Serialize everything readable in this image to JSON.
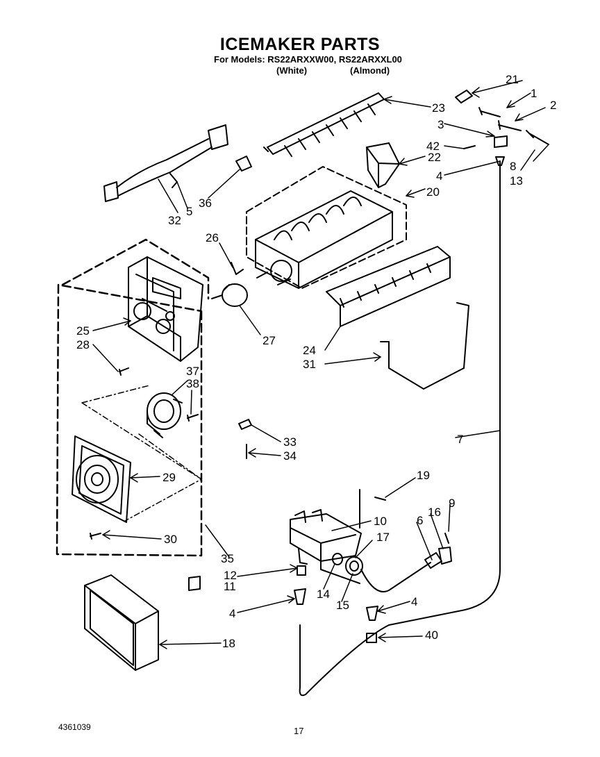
{
  "title": "ICEMAKER PARTS",
  "models_line": "For Models: RS22ARXXW00, RS22ARXXL00",
  "variants": [
    "(White)",
    "(Almond)"
  ],
  "callouts": [
    "1",
    "2",
    "3",
    "4",
    "4",
    "4",
    "5",
    "6",
    "7",
    "8",
    "9",
    "10",
    "11",
    "12",
    "13",
    "14",
    "15",
    "16",
    "17",
    "18",
    "19",
    "20",
    "21",
    "22",
    "23",
    "24",
    "25",
    "26",
    "27",
    "28",
    "29",
    "30",
    "31",
    "32",
    "33",
    "34",
    "35",
    "36",
    "37",
    "38",
    "40",
    "42"
  ],
  "footer": {
    "doc_number": "4361039",
    "page": "17"
  }
}
